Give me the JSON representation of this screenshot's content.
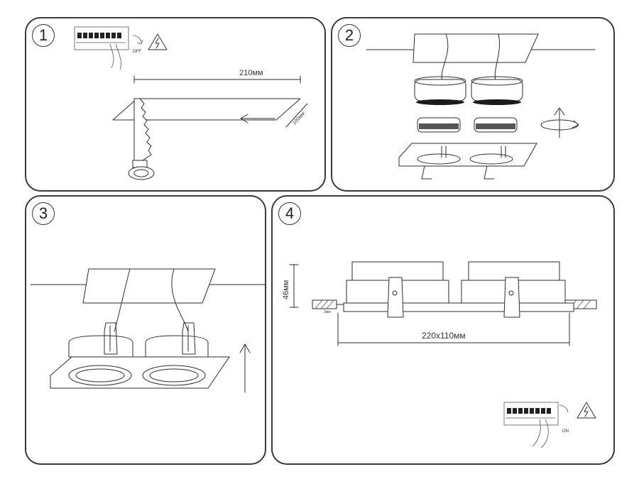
{
  "steps": [
    {
      "number": "1",
      "width_label": "210мм",
      "depth_label": "100мм",
      "switch_label": "OFF"
    },
    {
      "number": "2"
    },
    {
      "number": "3"
    },
    {
      "number": "4",
      "height_label": "46мм",
      "size_label": "220x110мм",
      "thickness_label": "2мм",
      "switch_label": "ON"
    }
  ],
  "icons": [
    "circuit-breaker-icon",
    "high-voltage-icon",
    "rotate-arrow-icon",
    "up-arrow-icon",
    "jigsaw-icon"
  ]
}
